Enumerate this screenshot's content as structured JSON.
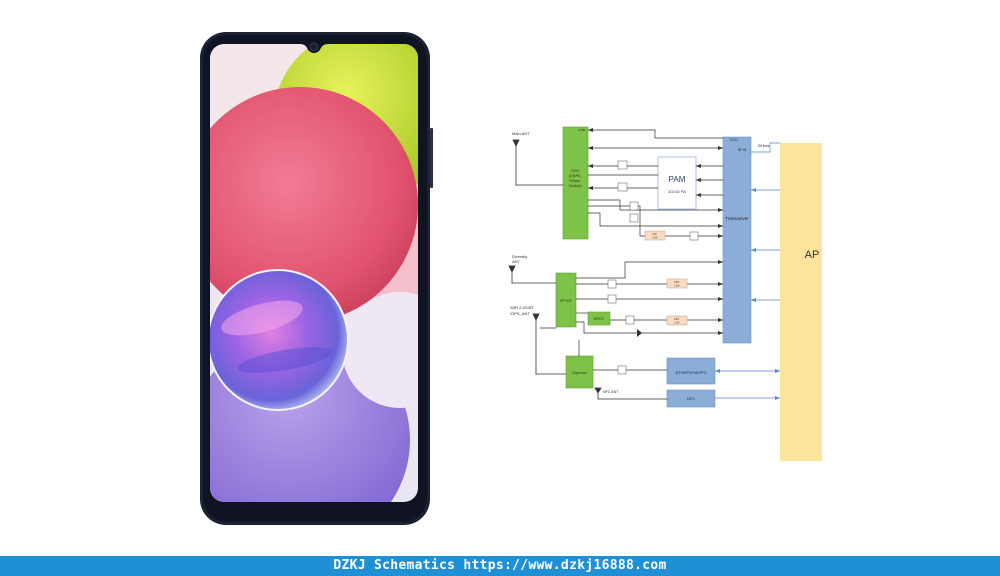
{
  "diagram": {
    "labels": {
      "main_ant": "Main ANT",
      "txm": [
        "TXM",
        "(DSPA",
        "+Main",
        "Switch)"
      ],
      "pam": "PAM",
      "pam_sub": "3G/4G PA",
      "transceiver": "Transceiver",
      "ap": "AP",
      "diversity_ant": [
        "Diversity",
        "ANT"
      ],
      "wifi_ant": [
        "WiFi 2.4G/BT",
        "/GPS_ANT"
      ],
      "sp10t": "SP10T",
      "spdt": "SPDT",
      "diplexer": "Diplexer",
      "bt_wifi": "BT/WIFI/FM/GPS",
      "nfc": "NFC",
      "nfc_ant": "NFC ANT",
      "lna": "LNA",
      "pri_lna": [
        "PRI",
        "LNA"
      ],
      "drx_lna": [
        "DRX",
        "LNA"
      ],
      "tcxo": "TCXO",
      "rf_in": "RF IN",
      "ctrl": "CTRL",
      "dif_lines": "Dif lines"
    }
  },
  "footer": {
    "text": "DZKJ Schematics https://www.dzkj16888.com"
  }
}
